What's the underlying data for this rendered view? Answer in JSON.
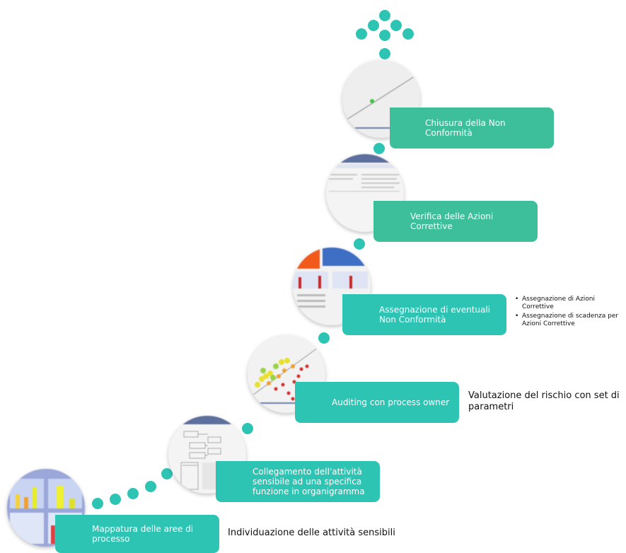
{
  "colors": {
    "accent": "#2ec4b4",
    "accent_green": "#3cbf9a"
  },
  "steps": [
    {
      "label": "Mappatura delle aree di processo",
      "note": "Individuazione delle attività sensibili"
    },
    {
      "label": "Collegamento dell'attività sensibile ad una specifica funzione in organigramma"
    },
    {
      "label": "Auditing con process owner",
      "note": "Valutazione del rischio con set di parametri"
    },
    {
      "label": "Assegnazione di eventuali Non Conformità",
      "bullets": [
        "Assegnazione di Azioni Correttive",
        "Assegnazione di scadenza per Azioni Correttive"
      ]
    },
    {
      "label": "Verifica delle Azioni Correttive"
    },
    {
      "label": "Chiusura della Non Conformità"
    }
  ]
}
